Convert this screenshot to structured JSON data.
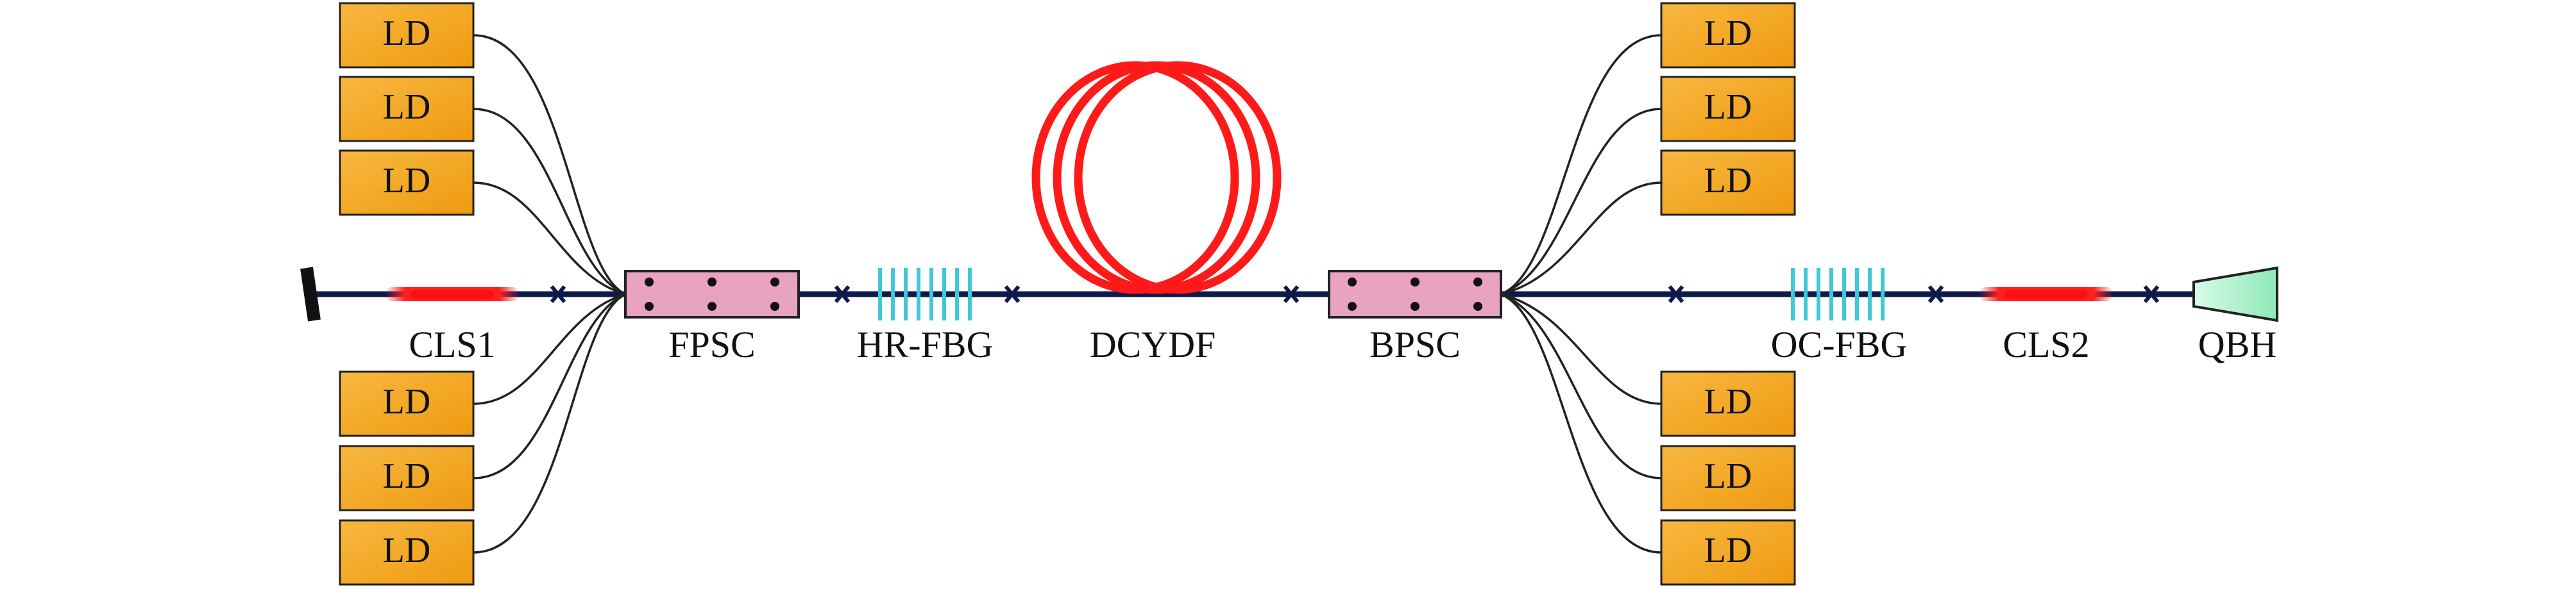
{
  "diagram": {
    "ld_label": "LD",
    "labels": {
      "cls1": "CLS1",
      "fpsc": "FPSC",
      "hr_fbg": "HR-FBG",
      "dcydf": "DCYDF",
      "bpsc": "BPSC",
      "oc_fbg": "OC-FBG",
      "cls2": "CLS2",
      "qbh": "QBH"
    },
    "colors": {
      "fiber": "#0d1a4a",
      "ld_fill": "#f5a623",
      "combiner_fill": "#e7a3bf",
      "coil": "#ff1a1a",
      "fbg": "#40c8d8",
      "cls_glow": "#ff2020",
      "qbh_fill": "#a8f0c8"
    },
    "icons": {
      "splice": "x-mark-icon",
      "end": "fiber-end-cap-icon"
    }
  }
}
